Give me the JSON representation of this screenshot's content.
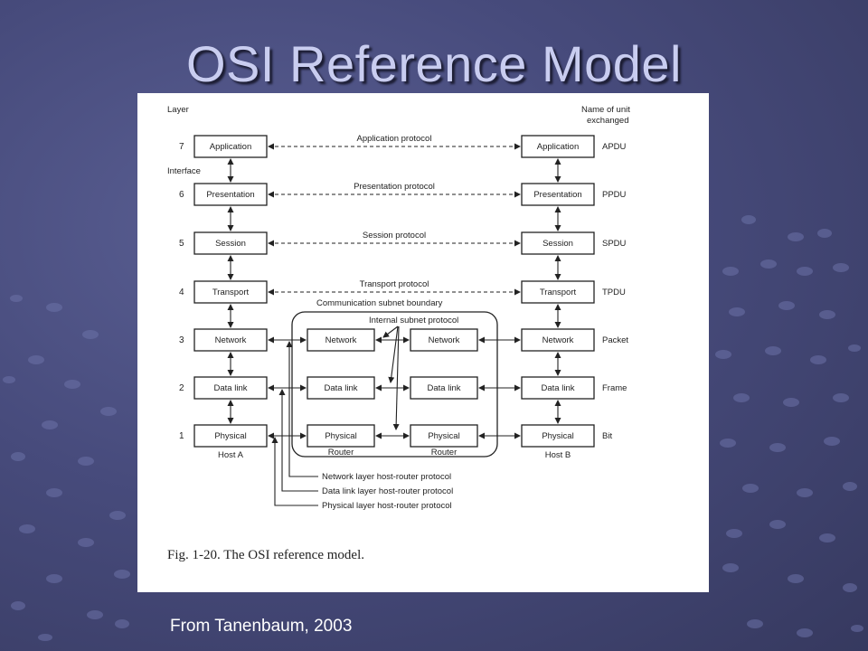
{
  "slide": {
    "title": "OSI Reference Model",
    "credit": "From Tanenbaum, 2003"
  },
  "diagram": {
    "header_layer": "Layer",
    "header_unit_line1": "Name of unit",
    "header_unit_line2": "exchanged",
    "interface_label": "Interface",
    "layer_numbers": [
      "7",
      "6",
      "5",
      "4",
      "3",
      "2",
      "1"
    ],
    "host_layers": [
      "Application",
      "Presentation",
      "Session",
      "Transport",
      "Network",
      "Data link",
      "Physical"
    ],
    "units": [
      "APDU",
      "PPDU",
      "SPDU",
      "TPDU",
      "Packet",
      "Frame",
      "Bit"
    ],
    "protocols": [
      "Application protocol",
      "Presentation protocol",
      "Session protocol",
      "Transport protocol"
    ],
    "subnet_boundary": "Communication subnet boundary",
    "internal_subnet_protocol": "Internal subnet protocol",
    "router_layers": [
      "Network",
      "Data link",
      "Physical"
    ],
    "router_label": "Router",
    "host_a": "Host A",
    "host_b": "Host B",
    "host_router_protocols": [
      "Network layer host-router protocol",
      "Data link layer host-router protocol",
      "Physical layer host-router protocol"
    ],
    "caption": "Fig. 1-20. The OSI reference model."
  }
}
